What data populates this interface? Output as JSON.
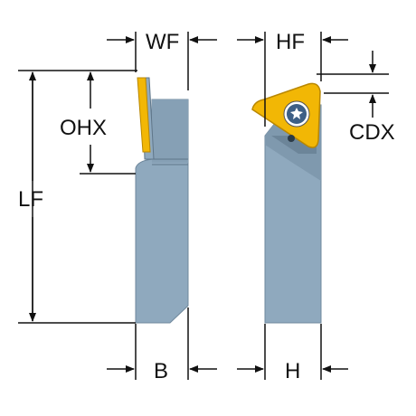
{
  "labels": {
    "wf": "WF",
    "hf": "HF",
    "ohx": "OHX",
    "lf": "LF",
    "cdx": "CDX",
    "b": "B",
    "h": "H"
  },
  "colors": {
    "body": "#8fa9be",
    "body_dark": "#7d97ad",
    "insert": "#f2b705",
    "insert_edge": "#b98700",
    "screw": "#3d5f86",
    "line": "#111111"
  }
}
